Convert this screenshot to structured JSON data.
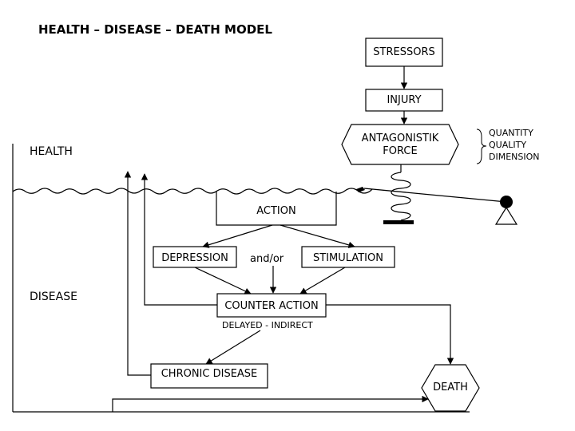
{
  "title": "HEALTH – DISEASE – DEATH MODEL",
  "states": {
    "health": "HEALTH",
    "disease": "DISEASE"
  },
  "nodes": {
    "stressors": "STRESSORS",
    "injury": "INJURY",
    "antagonistic_force_line1": "ANTAGONISTIK",
    "antagonistic_force_line2": "FORCE",
    "action": "ACTION",
    "depression": "DEPRESSION",
    "and_or": "and/or",
    "stimulation": "STIMULATION",
    "counter_action": "COUNTER ACTION",
    "delayed_indirect": "DELAYED - INDIRECT",
    "chronic_disease": "CHRONIC DISEASE",
    "death": "DEATH"
  },
  "force_attributes": [
    "QUANTITY",
    "QUALITY",
    "DIMENSION"
  ]
}
